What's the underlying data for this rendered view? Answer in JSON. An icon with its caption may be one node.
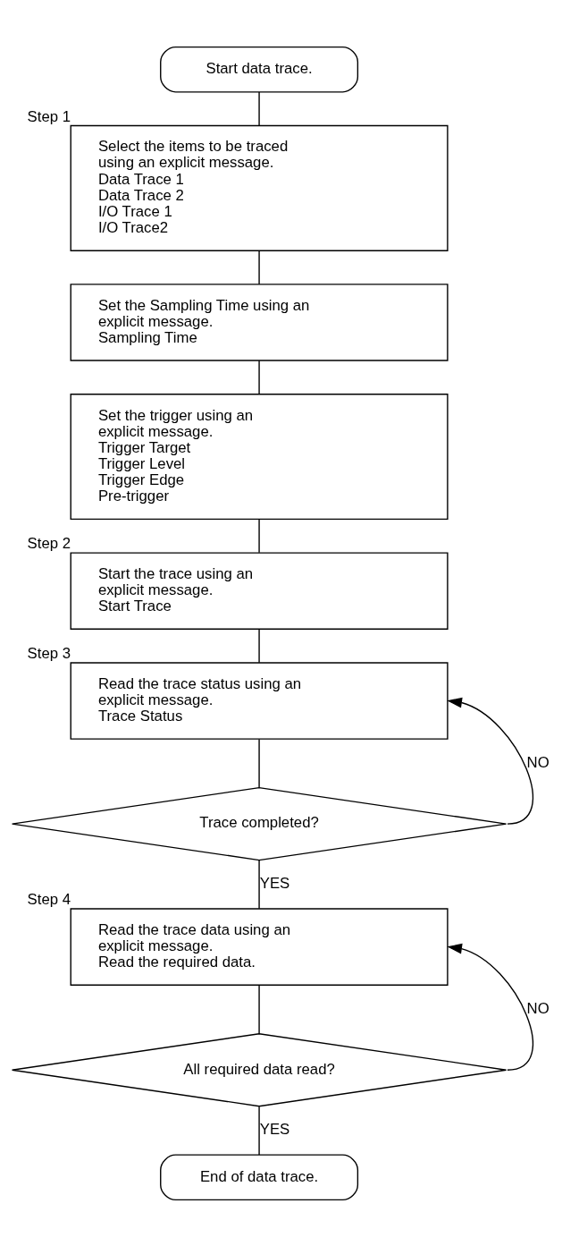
{
  "diagram": {
    "nodes": [
      {
        "text": [
          "Start data trace."
        ]
      },
      {
        "text": [
          "Select the items to be traced using an explicit message.",
          "Data Trace 1",
          "Data Trace 2",
          "I/O Trace 1",
          "I/O Trace2"
        ],
        "beside": [
          "Step 1"
        ]
      },
      {
        "text": [
          "Set the Sampling Time using an explicit message.",
          "Sampling Time"
        ]
      },
      {
        "text": [
          "Set the trigger using an explicit message.",
          "Trigger Target",
          "Trigger Level",
          "Trigger Edge",
          "Pre-trigger"
        ]
      },
      {
        "text": [
          "Start the trace using an explicit message.",
          "Start Trace"
        ],
        "beside": [
          "Step 2"
        ]
      },
      {
        "text": [
          "Read the trace status using an explicit message.",
          "Trace Status"
        ],
        "beside": [
          "Step 3"
        ]
      },
      {
        "text": [
          "Trace completed?"
        ]
      },
      {
        "text": [
          "Read the trace data using an explicit message.",
          "Read the required data."
        ],
        "beside": [
          "Step 4"
        ]
      },
      {
        "text": [
          "All required data read?"
        ]
      },
      {
        "text": [
          "End of data trace."
        ]
      }
    ],
    "edges": [
      {
        "from": 0,
        "to": 1,
        "arrow": "none"
      },
      {
        "from": 1,
        "to": 2,
        "arrow": "none"
      },
      {
        "from": 2,
        "to": 3,
        "arrow": "none"
      },
      {
        "from": 3,
        "to": 4,
        "arrow": "none"
      },
      {
        "from": 4,
        "to": 5,
        "arrow": "none"
      },
      {
        "from": 5,
        "to": 6,
        "arrow": "none"
      },
      {
        "from": 6,
        "to": 5,
        "arrow": "to",
        "label": "NO"
      },
      {
        "from": 6,
        "to": 7,
        "arrow": "none",
        "label": "YES"
      },
      {
        "from": 7,
        "to": 8,
        "arrow": "none"
      },
      {
        "from": 8,
        "to": 7,
        "arrow": "to",
        "label": "NO"
      },
      {
        "from": 8,
        "to": 9,
        "arrow": "none",
        "label": "YES"
      }
    ]
  }
}
